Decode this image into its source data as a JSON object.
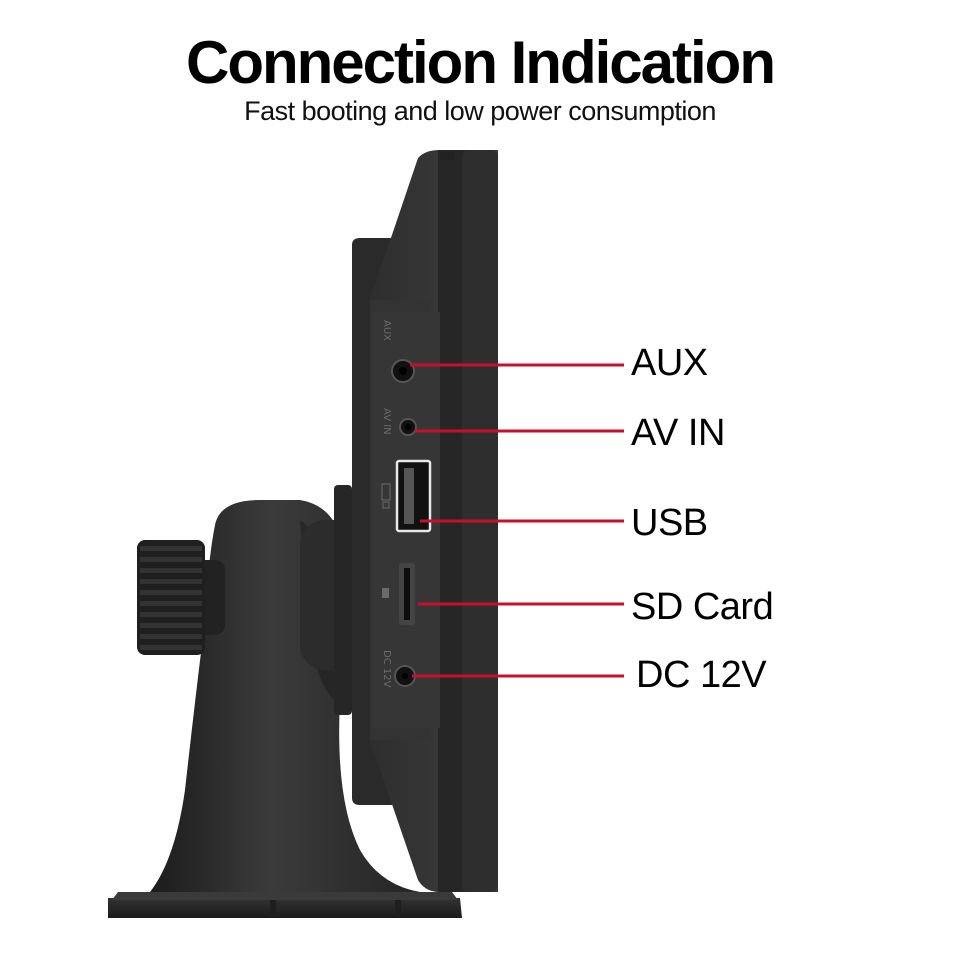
{
  "header": {
    "title": "Connection Indication",
    "subtitle": "Fast booting and low power consumption"
  },
  "callouts": [
    {
      "label": "AUX"
    },
    {
      "label": "AV IN"
    },
    {
      "label": "USB"
    },
    {
      "label": "SD Card"
    },
    {
      "label": "DC 12V"
    }
  ],
  "port_markings": {
    "aux": "AUX",
    "av_in": "AV IN",
    "dc": "DC 12V"
  },
  "colors": {
    "callout_line": "#c8102e",
    "device_body": "#2b2b2b",
    "device_edge": "#3a3a3a",
    "background": "#ffffff"
  }
}
